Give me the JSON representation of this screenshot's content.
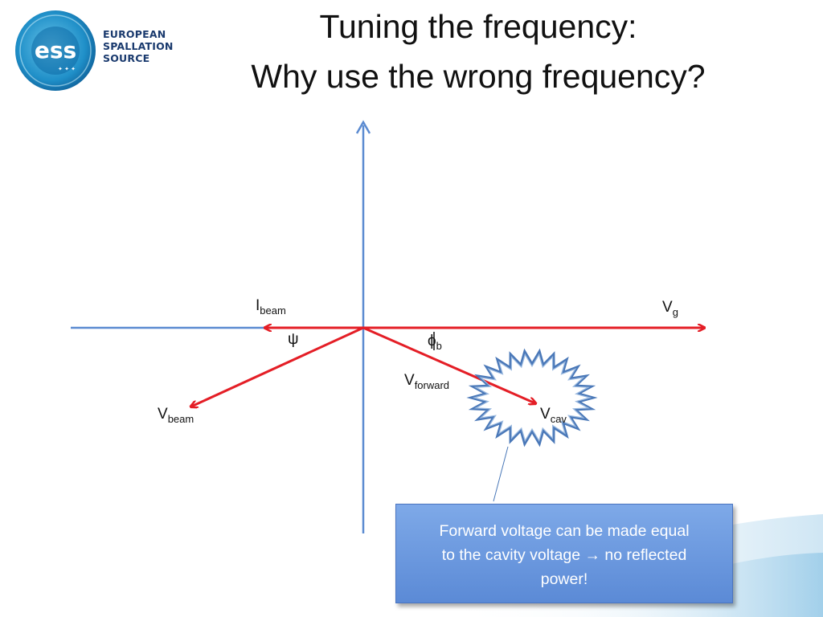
{
  "logo": {
    "mark_text": "ess",
    "line1": "EUROPEAN",
    "line2": "SPALLATION",
    "line3": "SOURCE"
  },
  "title": {
    "line1": "Tuning the frequency:",
    "line2": "Why use the wrong frequency?"
  },
  "labels": {
    "i_beam": {
      "main": "I",
      "sub": "beam"
    },
    "v_g": {
      "main": "V",
      "sub": "g"
    },
    "psi": "ψ",
    "phi_b": {
      "main": "ϕ",
      "sub": "b"
    },
    "v_forward": {
      "main": "V",
      "sub": "forward"
    },
    "v_beam": {
      "main": "V",
      "sub": "beam"
    },
    "v_cav": {
      "main": "V",
      "sub": "cav"
    }
  },
  "callout": {
    "line1": "Forward voltage can be made equal",
    "line2_start": "to the cavity voltage",
    "arrow": "→",
    "line2_end": "no reflected",
    "line3": "power!"
  },
  "colors": {
    "axis": "#5b8bd1",
    "vector": "#e41e26",
    "callout_fill": "#6f9de2",
    "burst_stroke": "#4a78b8"
  }
}
